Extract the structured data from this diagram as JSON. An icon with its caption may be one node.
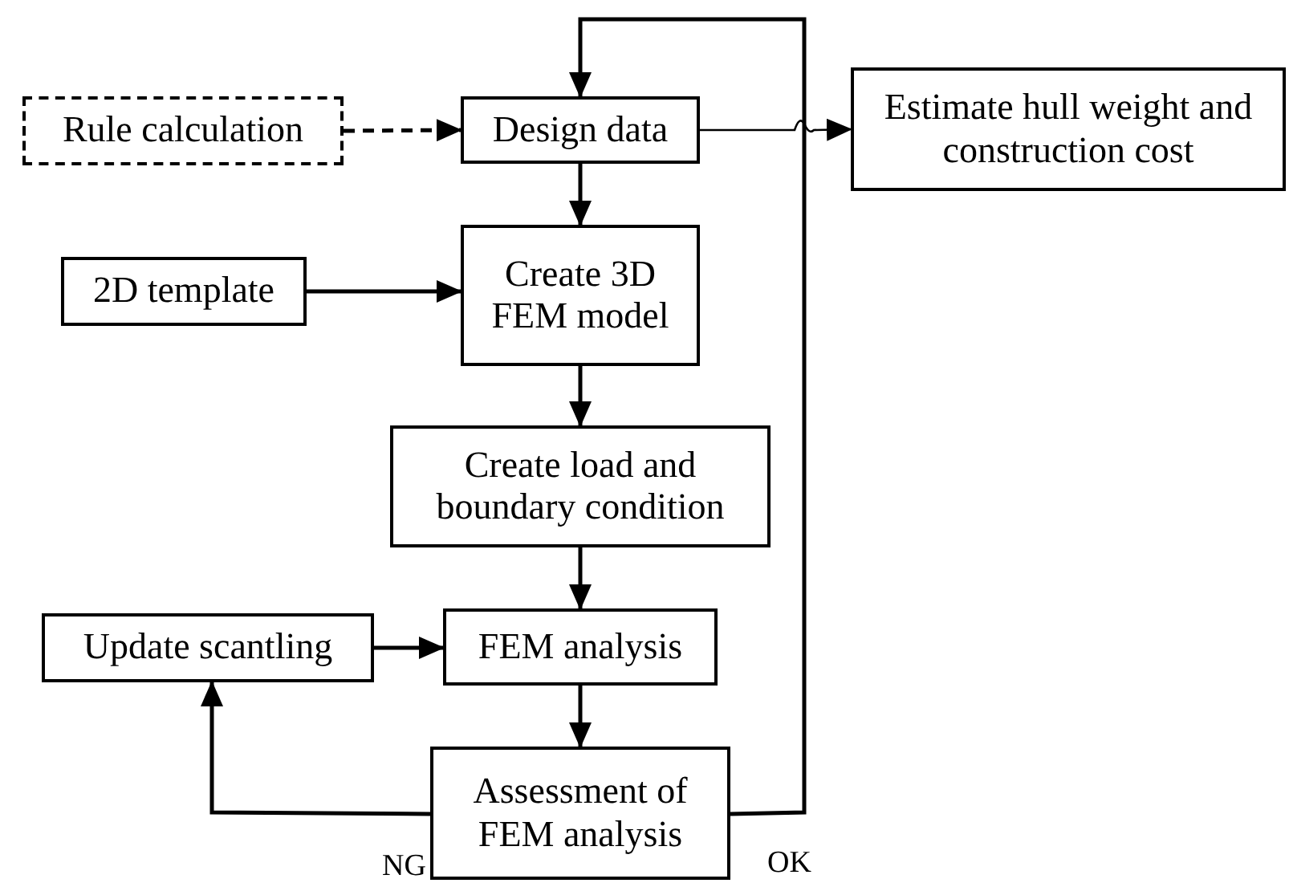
{
  "diagram": {
    "nodes": [
      {
        "text": [
          "Rule calculation"
        ]
      },
      {
        "text": [
          "Design data"
        ]
      },
      {
        "text": [
          "Estimate hull weight and construction cost"
        ]
      },
      {
        "text": [
          "2D template"
        ]
      },
      {
        "text": [
          "Create 3D FEM model"
        ]
      },
      {
        "text": [
          "Create load and boundary condition"
        ]
      },
      {
        "text": [
          "Update scantling"
        ]
      },
      {
        "text": [
          "FEM analysis"
        ]
      },
      {
        "text": [
          "Assessment of FEM analysis"
        ]
      }
    ],
    "edges": [
      {
        "from": 0,
        "to": 1,
        "arrow": "to",
        "style": "dashed"
      },
      {
        "from": 1,
        "to": 2,
        "arrow": "to"
      },
      {
        "from": 1,
        "to": 4,
        "arrow": "to"
      },
      {
        "from": 3,
        "to": 4,
        "arrow": "to"
      },
      {
        "from": 4,
        "to": 5,
        "arrow": "to"
      },
      {
        "from": 5,
        "to": 7,
        "arrow": "to"
      },
      {
        "from": 6,
        "to": 7,
        "arrow": "to"
      },
      {
        "from": 7,
        "to": 8,
        "arrow": "to"
      },
      {
        "from": 8,
        "to": 6,
        "arrow": "to",
        "label": "NG"
      },
      {
        "from": 8,
        "to": 1,
        "arrow": "to",
        "label": "OK"
      }
    ]
  }
}
